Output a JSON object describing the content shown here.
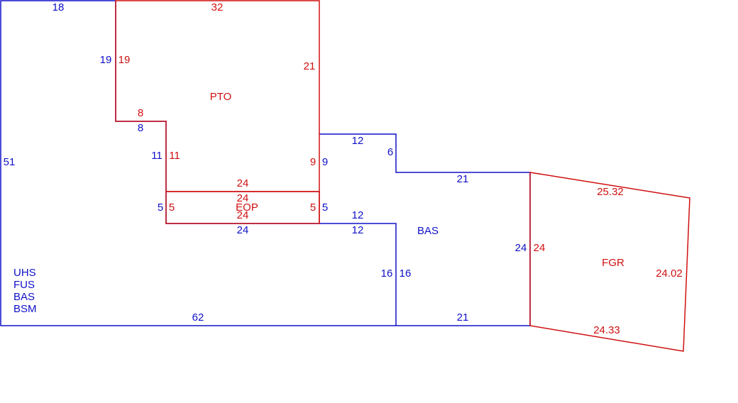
{
  "colors": {
    "blue": "#1010c8",
    "red": "#d01010"
  },
  "legend": [
    "UHS",
    "FUS",
    "BAS",
    "BSM"
  ],
  "areas": {
    "pto": "PTO",
    "eop": "EOP",
    "bas": "BAS",
    "fgr": "FGR"
  },
  "blue_dims": {
    "top": "18",
    "left": "51",
    "notch_vert": "19",
    "notch_horiz": "8",
    "inner_vert": "11",
    "porch_side": "5",
    "porch_bottom": "24",
    "step_right": "9",
    "step_top": "12",
    "step_side": "6",
    "mid_top": "21",
    "lower_step": "12",
    "lower_vert": "16",
    "right_vert": "24",
    "bottom_left": "62",
    "bottom_right": "21"
  },
  "red_dims": {
    "pto_top": "32",
    "pto_left": "19",
    "pto_notch": "8",
    "pto_inner": "11",
    "pto_right": "21",
    "pto_bottom": "24",
    "pto_step": "9",
    "eop_top": "24",
    "eop_bottom": "24",
    "eop_left": "5",
    "eop_right": "5",
    "fgr_left": "24",
    "fgr_top": "25.32",
    "fgr_right": "24.02",
    "fgr_bottom": "24.33"
  }
}
